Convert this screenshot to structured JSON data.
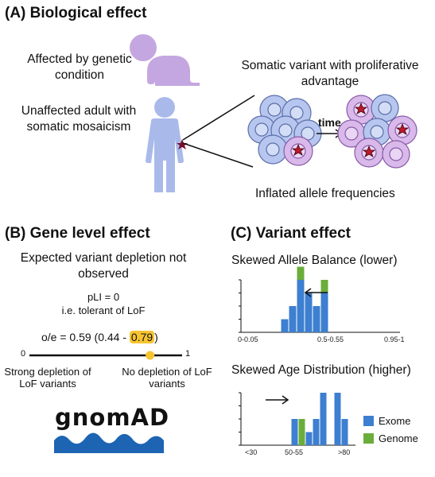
{
  "colors": {
    "exome": "#3d7fd0",
    "genome": "#6aad3b",
    "figure_lilac": "#c4a7e0",
    "figure_blue": "#a9baea",
    "cell_fill": "#b7c6ef",
    "mutant_cell_fill": "#d8b9ea",
    "star": "#c0182b",
    "highlight": "#f7c430",
    "gnomad_blue": "#1d64b3"
  },
  "panel_a": {
    "title": "(A) Biological effect",
    "affected_label": "Affected by genetic condition",
    "unaffected_label": "Unaffected adult with somatic mosaicism",
    "somatic_label": "Somatic variant with proliferative advantage",
    "time_label": "time",
    "inflated_label": "Inflated allele frequencies",
    "icons": [
      "crawling-baby-icon",
      "adult-person-icon",
      "cell-cluster-icon",
      "mutant-cell-cluster-icon",
      "arrow-right-icon"
    ]
  },
  "panel_b": {
    "title": "(B) Gene level effect",
    "expected_label": "Expected variant depletion not observed",
    "pli_label": "pLI = 0",
    "tolerant_label": "i.e. tolerant of LoF",
    "oe_prefix": "o/e = 0.59 (0.44 - ",
    "oe_highlight": "0.79",
    "oe_suffix": ")",
    "scale_min": "0",
    "scale_max": "1",
    "marker_value": 0.79,
    "left_label": "Strong depletion of LoF variants",
    "right_label": "No depletion of LoF variants",
    "logo_text": "gnomAD"
  },
  "panel_c": {
    "title": "(C) Variant effect",
    "legend": {
      "exome": "Exome",
      "genome": "Genome"
    }
  },
  "chart_data": [
    {
      "type": "bar",
      "title": "Skewed Allele Balance (lower)",
      "tick_labels": [
        "0-0.05",
        "0.5-0.55",
        "0.95-1"
      ],
      "bins": 20,
      "series": [
        {
          "name": "Exome",
          "values": [
            0,
            0,
            0,
            0,
            0,
            1,
            2,
            4,
            3,
            2,
            3,
            0,
            0,
            0,
            0,
            0,
            0,
            0,
            0,
            0
          ]
        },
        {
          "name": "Genome",
          "values": [
            0,
            0,
            0,
            0,
            0,
            0,
            0,
            1,
            0,
            0,
            1,
            0,
            0,
            0,
            0,
            0,
            0,
            0,
            0,
            0
          ]
        }
      ],
      "annotation": "arrow-left-icon"
    },
    {
      "type": "bar",
      "title": "Skewed Age Distribution (higher)",
      "tick_labels": [
        "<30",
        "50-55",
        ">80"
      ],
      "bins": 16,
      "series": [
        {
          "name": "Exome",
          "values": [
            0,
            0,
            0,
            0,
            0,
            0,
            0,
            2,
            0,
            1,
            2,
            4,
            0,
            4,
            2,
            0
          ]
        },
        {
          "name": "Genome",
          "values": [
            0,
            0,
            0,
            0,
            0,
            0,
            0,
            0,
            2,
            0,
            0,
            0,
            0,
            0,
            0,
            0
          ]
        }
      ],
      "annotation": "arrow-right-icon"
    }
  ]
}
